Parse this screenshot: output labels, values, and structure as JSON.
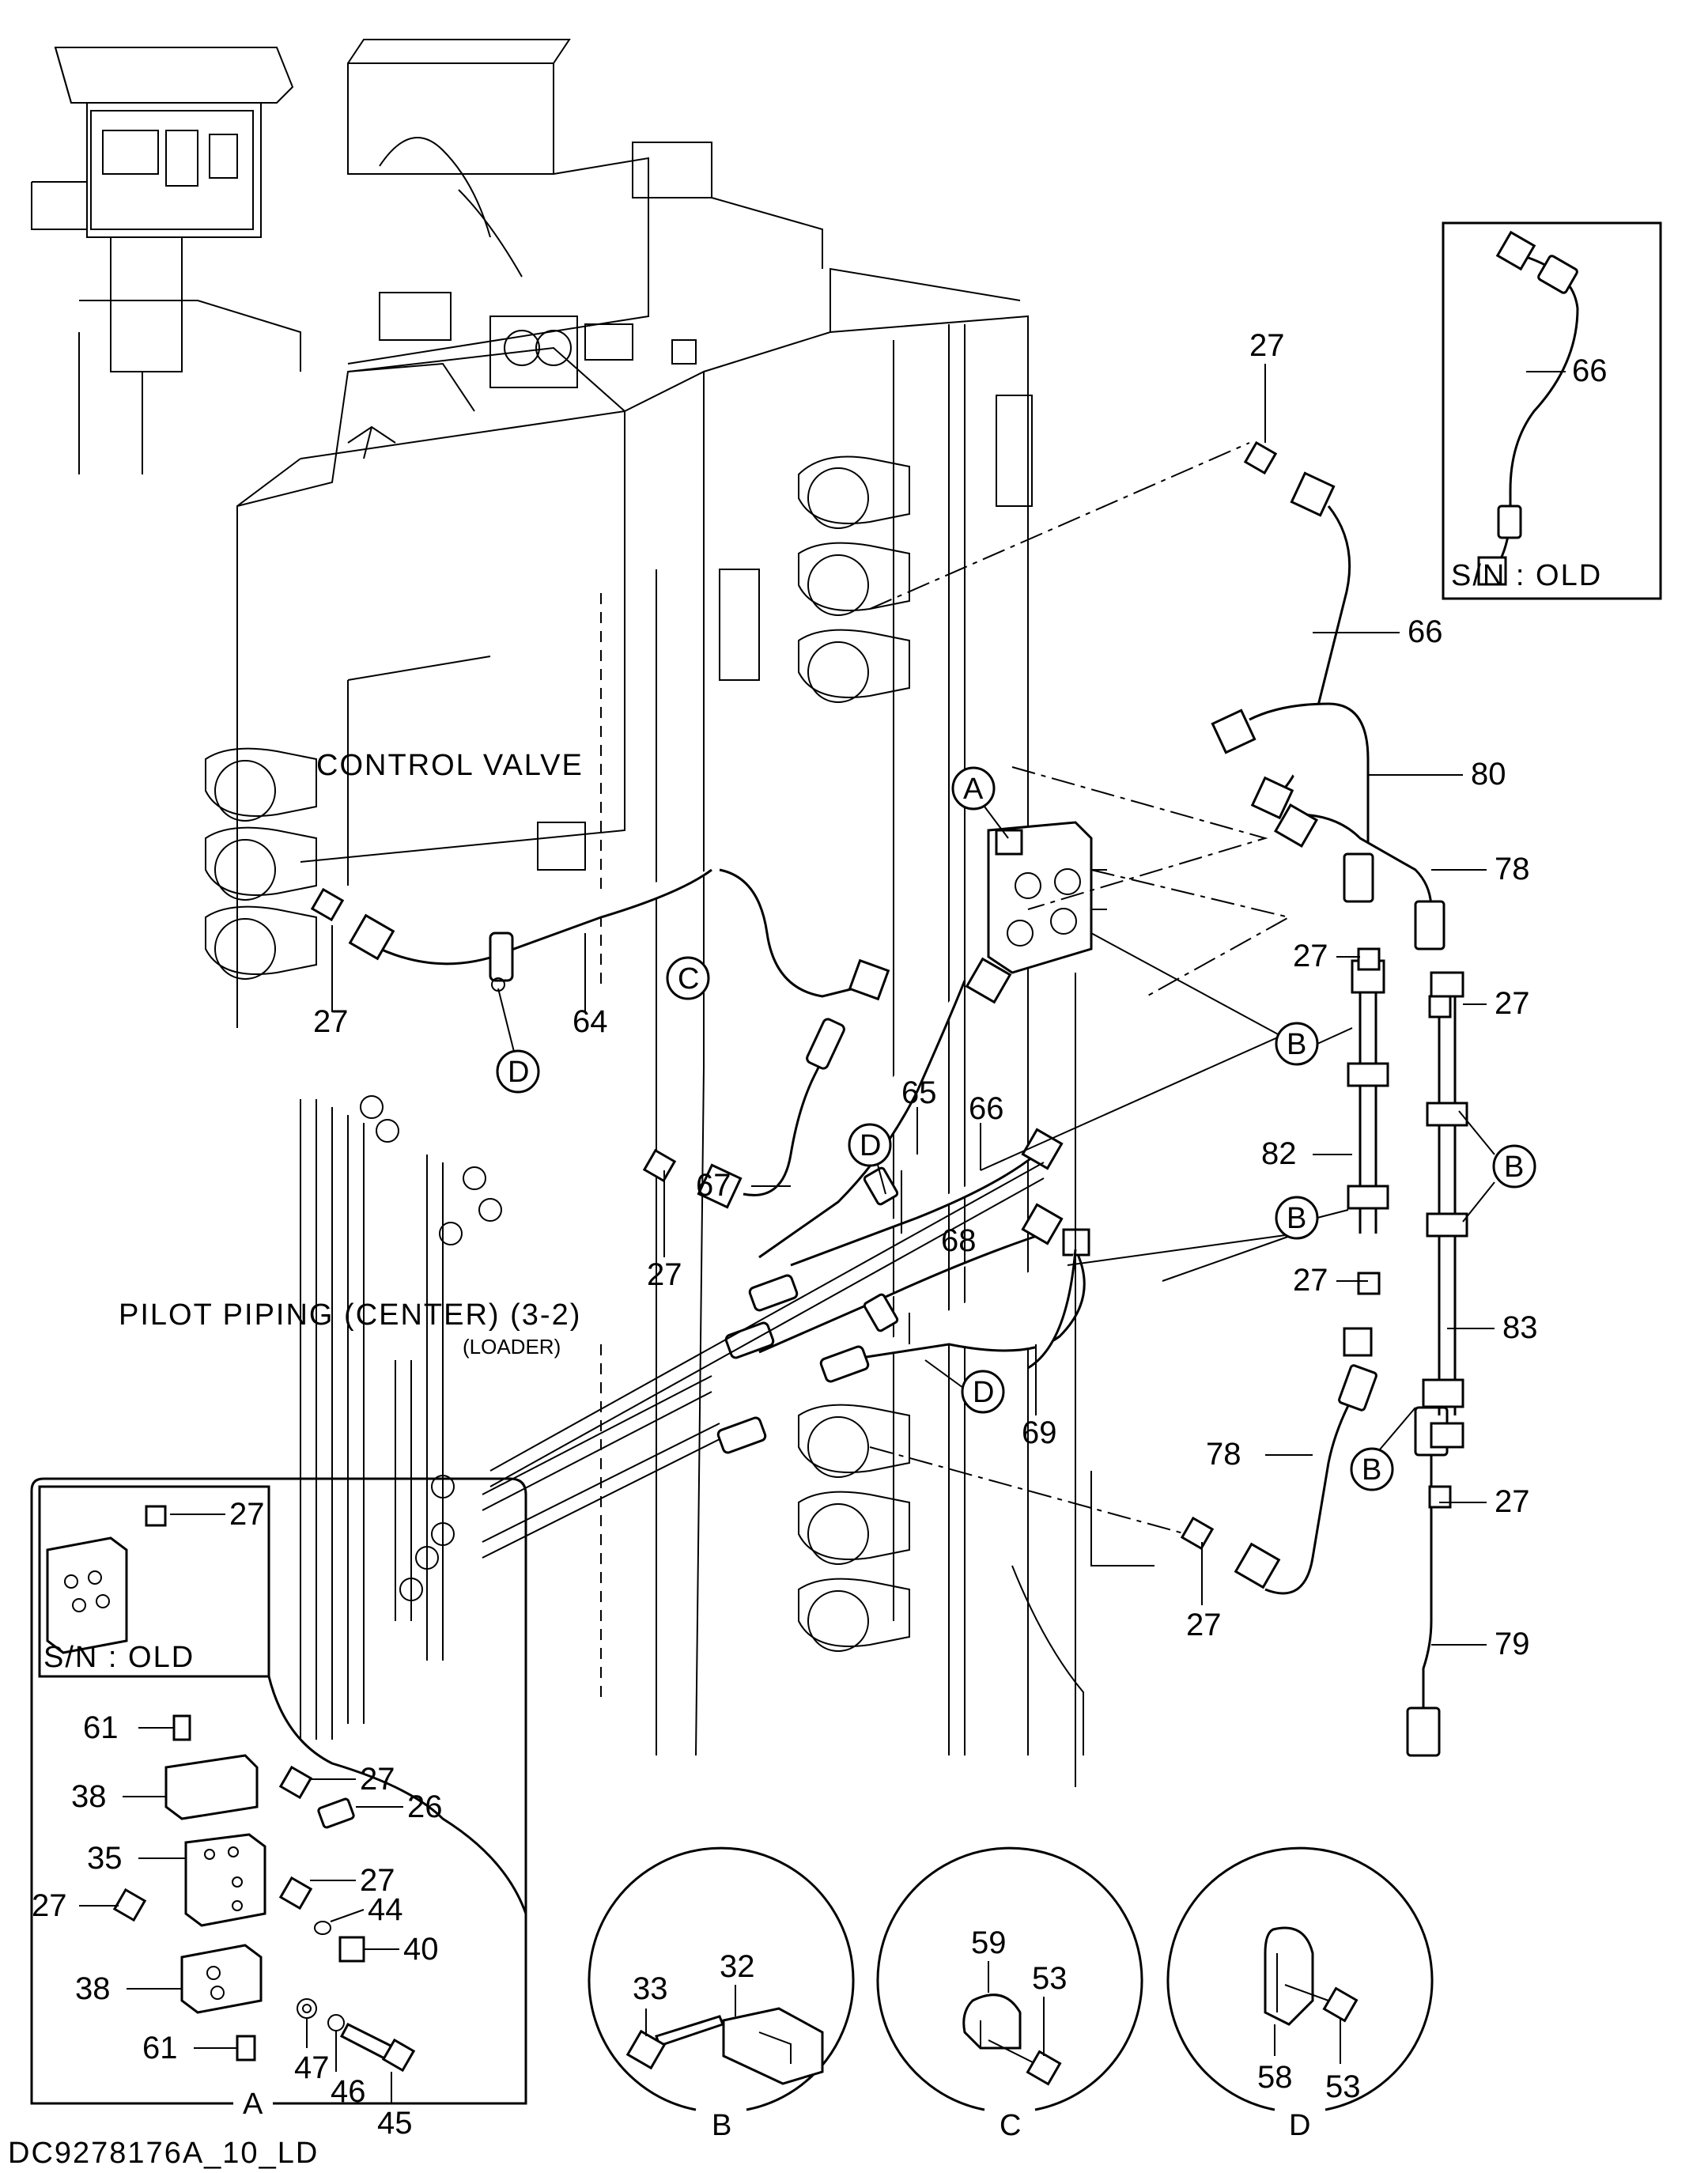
{
  "labels": {
    "control_valve": "CONTROL VALVE",
    "pilot_piping": "PILOT PIPING (CENTER) (3-2)",
    "pilot_piping_sub": "(LOADER)",
    "sn_old_top": "S/N : OLD",
    "sn_old_inset": "S/N : OLD",
    "drawing_id": "DC9278176A_10_LD"
  },
  "callouts": {
    "A": "A",
    "B": "B",
    "C": "C",
    "D": "D"
  },
  "detail_titles": {
    "A": "A",
    "B": "B",
    "C": "C",
    "D": "D"
  },
  "parts": {
    "p27": "27",
    "p66": "66",
    "p80": "80",
    "p78": "78",
    "p64": "64",
    "p67": "67",
    "p65": "65",
    "p68": "68",
    "p69": "69",
    "p82": "82",
    "p83": "83",
    "p79": "79",
    "p61": "61",
    "p38": "38",
    "p35": "35",
    "p26": "26",
    "p44": "44",
    "p40": "40",
    "p47": "47",
    "p46": "46",
    "p45": "45",
    "p32": "32",
    "p33": "33",
    "p59": "59",
    "p53": "53",
    "p58": "58"
  }
}
